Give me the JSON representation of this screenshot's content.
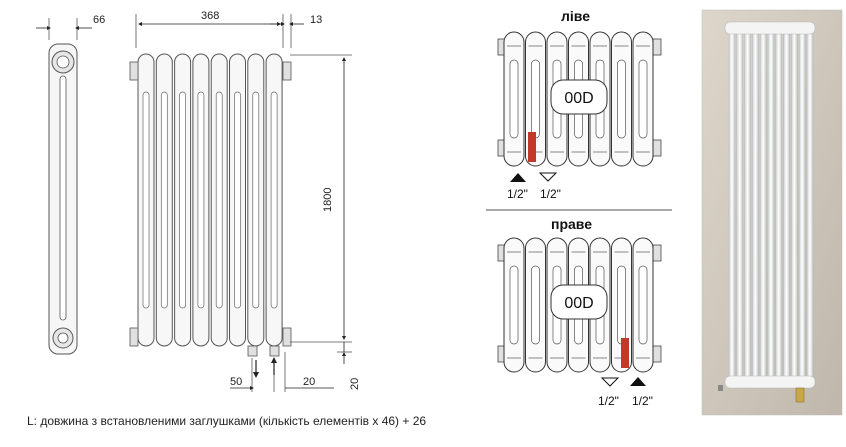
{
  "dimensions": {
    "depth": "66",
    "length": "368",
    "offset_right": "13",
    "height": "1800",
    "pipe_offset": "50",
    "bottom_gap": "20",
    "bottom_vertical": "20"
  },
  "left_variant": {
    "title": "ліве",
    "code": "00D",
    "inlet": "1/2\"",
    "outlet": "1/2\""
  },
  "right_variant": {
    "title": "праве",
    "code": "00D",
    "inlet": "1/2\"",
    "outlet": "1/2\""
  },
  "caption": "L: довжина з встановленими заглушками (кількість елементів x 46) + 26",
  "colors": {
    "line": "#555555",
    "valve_red": "#c0392b",
    "wall": "#cfc8bd"
  }
}
